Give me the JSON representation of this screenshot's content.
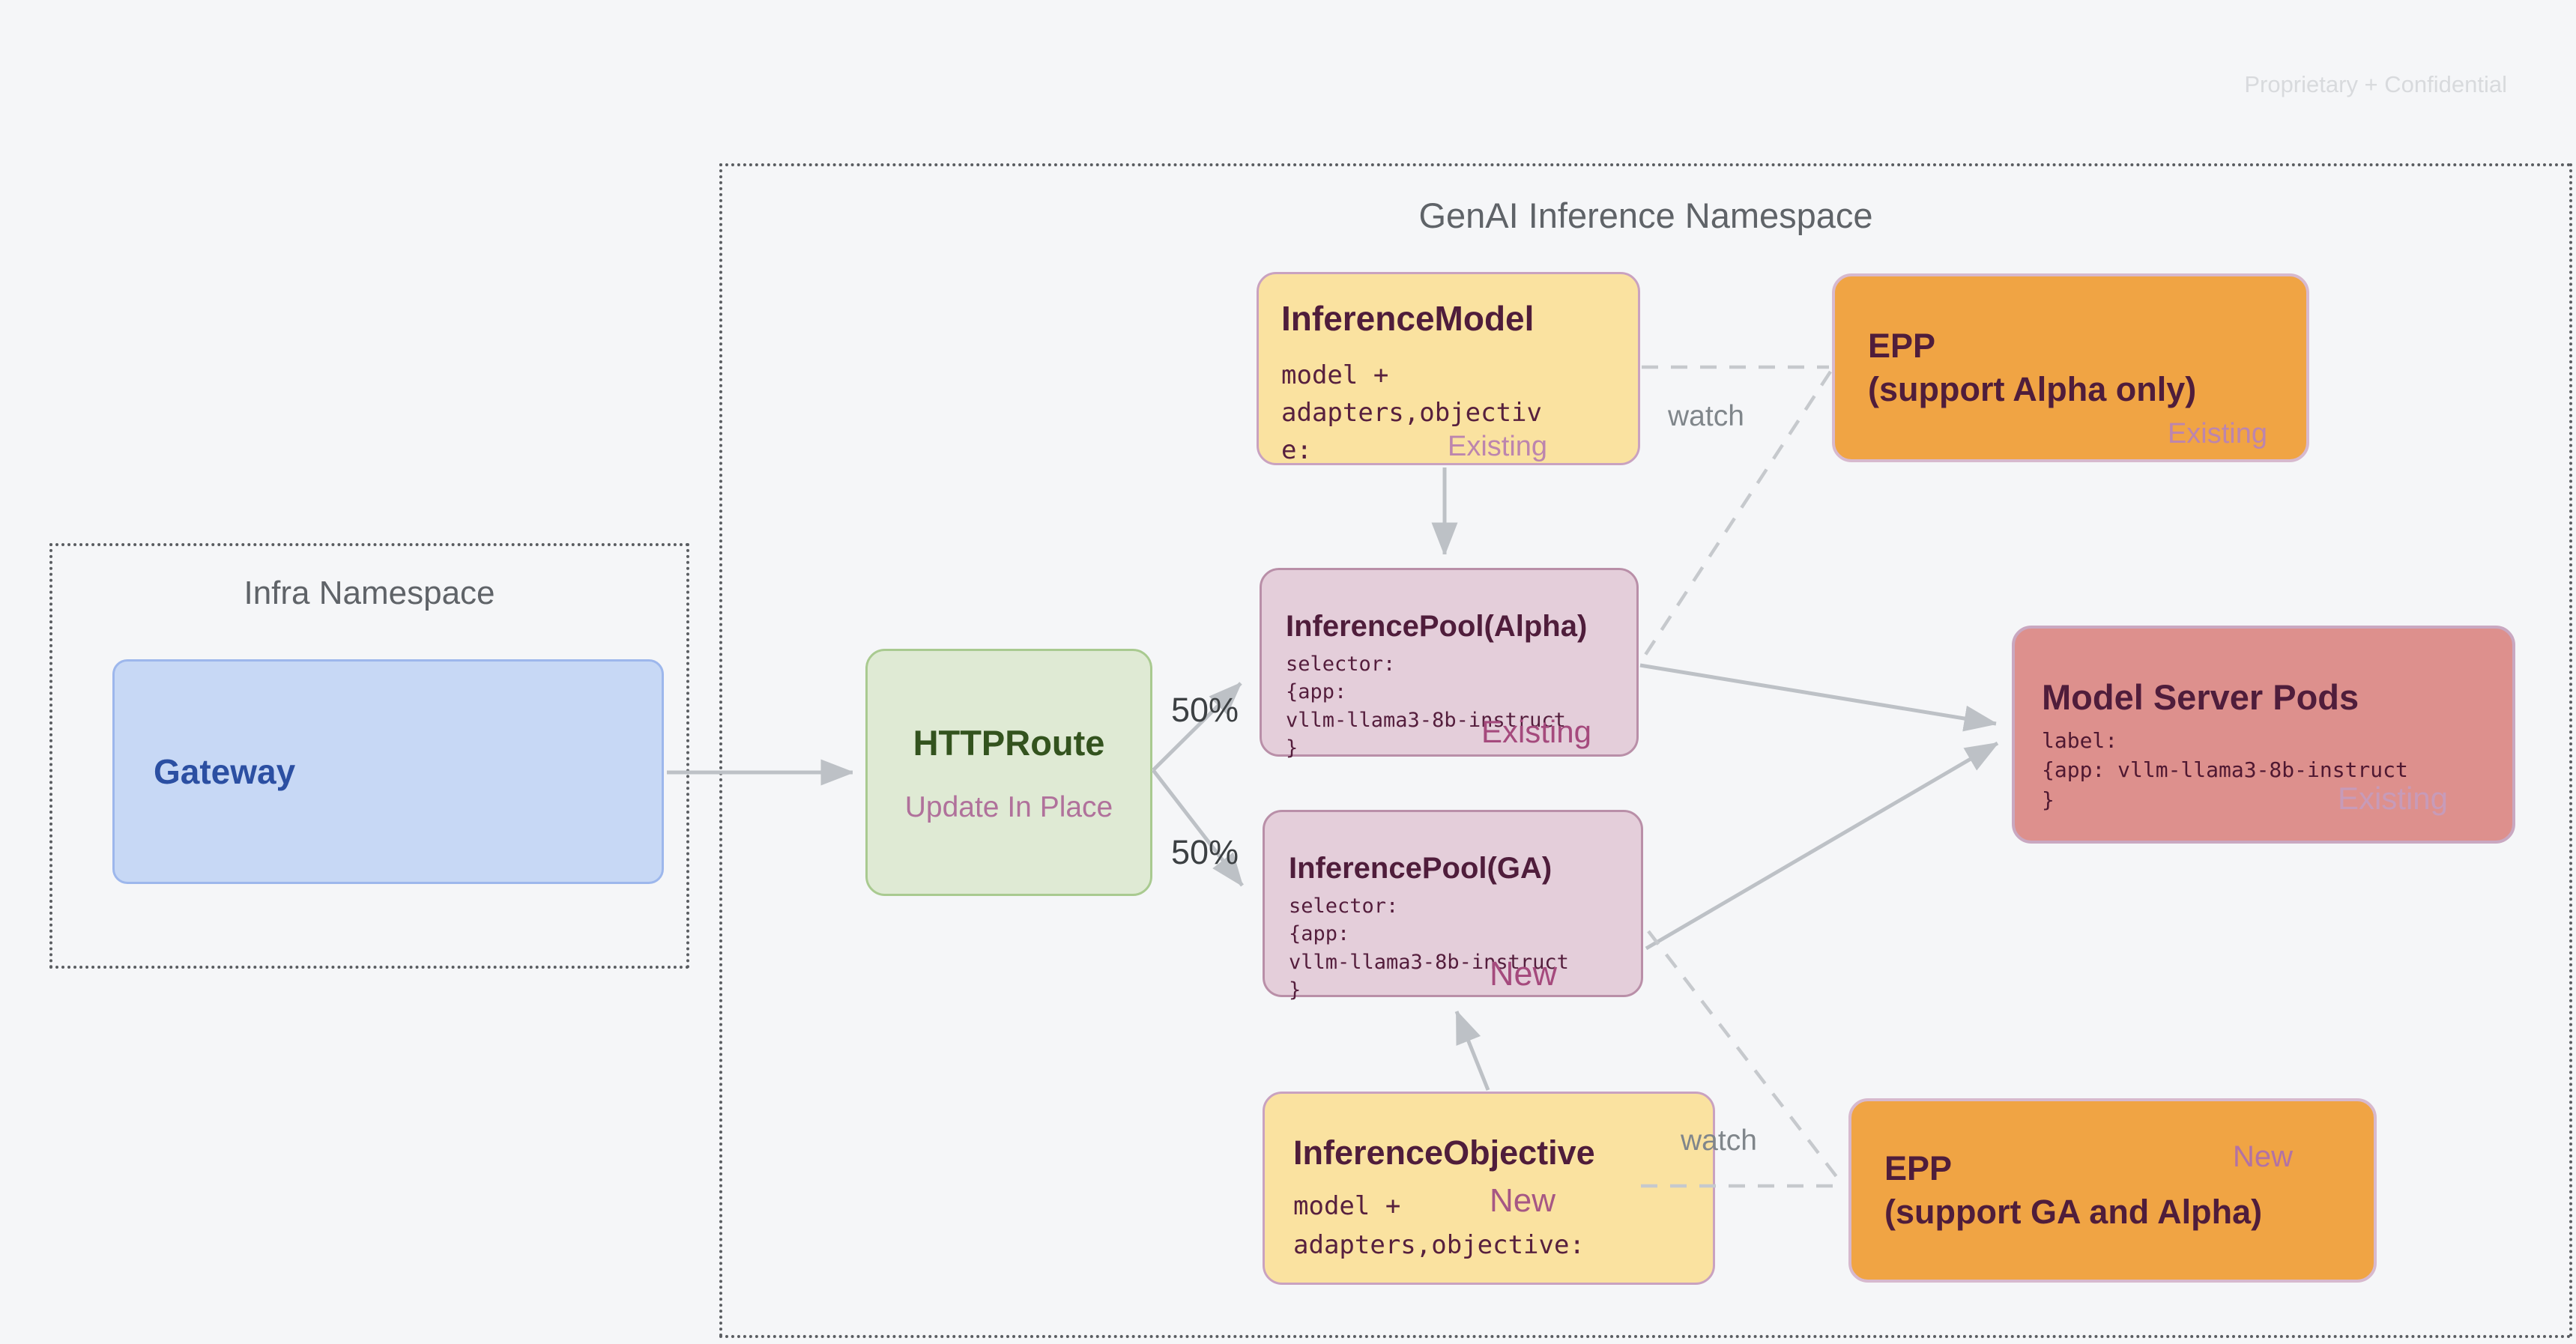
{
  "page": {
    "watermark": "Proprietary + Confidential"
  },
  "infra_namespace": {
    "title": "Infra Namespace",
    "gateway": {
      "title": "Gateway"
    }
  },
  "genai_namespace": {
    "title": "GenAI Inference Namespace",
    "httproute": {
      "title": "HTTPRoute",
      "annotation": "Update In Place"
    },
    "inference_model": {
      "title": "InferenceModel",
      "code": "model +\nadapters,objective:",
      "status": "Existing"
    },
    "epp_alpha": {
      "title": "EPP\n(support Alpha only)",
      "status": "Existing"
    },
    "inference_pool_alpha": {
      "title": "InferencePool(Alpha)",
      "code": "selector:\n{app:\nvllm-llama3-8b-instruct\n}",
      "status": "Existing"
    },
    "inference_pool_ga": {
      "title": "InferencePool(GA)",
      "code": "selector:\n{app:\nvllm-llama3-8b-instruct\n}",
      "status": "New"
    },
    "model_server_pods": {
      "title": "Model Server Pods",
      "code": "label:\n{app: vllm-llama3-8b-instruct\n}",
      "status": "Existing"
    },
    "inference_objective": {
      "title": "InferenceObjective",
      "code_top": "model +",
      "code_bottom": "adapters,objective:",
      "status": "New"
    },
    "epp_ga": {
      "title": "EPP\n(support GA and Alpha)",
      "status": "New"
    }
  },
  "edge_labels": {
    "watch_top": "watch",
    "watch_bottom": "watch",
    "split_alpha": "50%",
    "split_ga": "50%"
  },
  "colors": {
    "background": "#F5F6F8",
    "namespace_border": "#5A5D61",
    "namespace_title": "#5F6368",
    "yellow_fill": "#FAE2A0",
    "yellow_border": "#C9A2C0",
    "orange_fill": "#F0A444",
    "orange_border": "#D7B9CE",
    "pool_fill": "#E4CEDA",
    "pool_border": "#B98FA8",
    "pods_fill": "#DD908D",
    "pods_border": "#C9A8C1",
    "green_fill": "#DFEAD4",
    "green_border": "#A9CA90",
    "blue_fill": "#C7D8F5",
    "blue_border": "#9DB7EC",
    "title_maroon": "#4F1D3B",
    "gateway_text": "#2B4FA2",
    "httproute_text": "#33531E",
    "status_dark": "#A54A7D",
    "status_light": "#BC85AE",
    "status_pods": "#C79BB9",
    "annotation_mauve": "#B0719B",
    "edge_label_gray": "#80868B",
    "split_label_dark": "#3C4043",
    "solid_edge": "#BDC1C6",
    "dashed_edge": "#C6C9CD",
    "watermark": "#D8DADD"
  }
}
